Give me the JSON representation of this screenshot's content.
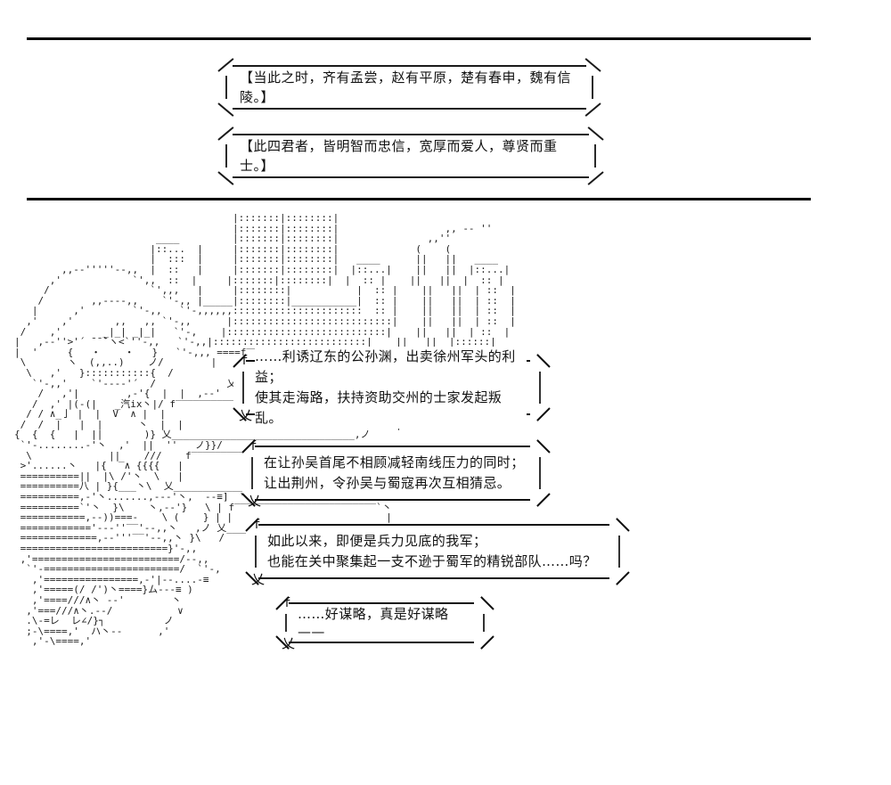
{
  "page": {
    "background_color": "#ffffff",
    "text_color": "#111111",
    "rule_color": "#000000"
  },
  "dividers": [
    {
      "name": "top-divider"
    },
    {
      "name": "bottom-divider"
    }
  ],
  "narration": [
    {
      "id": "quote-1",
      "text": "【当此之时，齐有孟尝，赵有平原，楚有春申，魏有信陵。】"
    },
    {
      "id": "quote-2",
      "text": "【此四君者，皆明智而忠信，宽厚而爱人，尊贤而重士。】"
    }
  ],
  "dialogue": [
    {
      "id": "dlg-1",
      "marker_open": "f",
      "marker_close": "乂",
      "text": "……利诱辽东的公孙渊，出卖徐州军头的利益；\n使其走海路，扶持资助交州的士家发起叛乱。"
    },
    {
      "id": "dlg-2",
      "marker_open": "f",
      "marker_close": "乂",
      "text": "在让孙吴首尾不相顾减轻南线压力的同时；\n让出荆州，令孙吴与蜀寇再次互相猜忌。"
    },
    {
      "id": "dlg-3",
      "marker_open": "f",
      "marker_close": "乂",
      "text": "如此以来，即便是兵力见底的我军；\n也能在关中聚集起一支不逊于蜀军的精锐部队……吗？"
    },
    {
      "id": "dlg-4",
      "marker_open": "f",
      "marker_close": "乂",
      "text": "……好谋略，真是好谋略——"
    }
  ],
  "ascii_art": {
    "name": "character-and-city-aa",
    "lines": [
      "                                     |:::::::|::::::::|",
      "                                     |:::::::|::::::::|                  ,, -‐ ''",
      "                        ____         |:::::::|::::::::|               ,,''",
      "                       |::...  |     |:::::::|::::::::|             (    (",
      "                       |  :::  |     |:::::::|::::::::|   ____      ||   ||   ____",
      "        ,,-‐'''''‐-,,  |  ::   |     |:::::::|::::::::|  |::...|    ||   ||  |::...|",
      "      ,'            `',,  ::  |     |:::::::|::::::::|  |  :: |    ||   ||  |  :: |",
      "     /                 `',,,   |     |::::::::|           |  :: |    ||   ||  | ::  |",
      "    /        ,,-‐‐-,,    `'-,, |_____|::::::::|___________|  :: |    ||   ||  | ::  |",
      "   |      ,'        `'-,,   `'-,,,,,,::::::::::::::::::::::  :: |    ||   ||  | ::  |",
      "  ,'    ,'       ,,   ,, `'-,,      |:::::::::::::::::::::::::::|    ||   ||  | ::  |",
      " /    ,'       _|_| _|_|   `'-,    |:::::::::::::::::::::::::::|    ||   ||  | ::  |",
      "|   ,-‐''>'´ ̄ ̄ ̄`ヽ<`''-,,   `'-,,|::::::::::::::::::::::::::|    ||   ||  |::::::|",
      "|  '     {   ・    ・   }   `'-,,, ====f‾‾‾‾‾‾‾‾‾‾‾‾‾‾‾‾‾‾‾‾‾‾‾‾‾‾‾‾‾‾‾‾`丶",
      " \\       ヽ  (,,..)    ノ/        |                                        |",
      "  \\   ,'   }:::::::::::{  /          |                                        |",
      "   `'-,,'    `'‐--‐'´  /            乂________________________________,ノ",
      "    /   ,'|        ,-'{  |  |  ,-‐'  ||                  || ||",
      "   /  ,' |(-(|   _汽ix丶|/ f‾‾‾‾‾‾‾‾‾‾‾‾‾‾‾‾‾‾‾‾‾‾‾‾‾‾‾‾‾‾‾‾‾‾`丶",
      "  / / ∧_亅 |  |  V  ∧ |  |                                    |",
      " /  /  |   |  |      丶  |  |                                    |",
      "{  {  {   |  ||       )} 乂_______________________________,ノ",
      " `'‐........‐'丶  ,'  ||  ''   ノ}}/",
      "  \\             ||    ///    f‾‾‾‾‾‾‾‾‾‾‾‾‾‾‾‾‾‾‾‾‾‾‾‾‾‾‾‾‾‾‾‾‾‾‾‾‾‾‾‾`丶",
      " >'......丶   |{  ‾∧ {{{{   |                                              |",
      " ==========||  |\\ /'丶  \\   |                                              |",
      " ==========八 | }{___丶\\  乂_________________________________________,ノ",
      " ==========,-'丶.......,--‐'丶,  -‐≡]  \\ |",
      " ==========`'丶  }\\    丶,-‐'}   \\ | f‾‾‾‾‾‾‾‾‾‾‾‾‾‾‾‾‾‾‾‾‾‾‾‾`丶",
      " ===========,--))===-    \\ (    } | |                          |",
      " ============'--‐''‾‾'--,,丶   ,ノ 乂_____________________,ノ",
      " =============,-‐'''‾‾'‐-,,丶 }\\   /",
      " =========================}'-,,",
      " ,'=========================/‐-,,",
      "  `'-=======================/  `'-,",
      "   ,'================,-'|-‐....‐≡",
      "   ,'=====(/ /')丶====}ム--‐≡ )",
      "   ,'====///∧丶 -‐'        丶",
      "  ,'===///∧丶.-‐/           ∨",
      "  .\\-=レ  レ∠/}┐          ノ",
      "  ;-\\====,'  ハ丶--      ,'",
      "   ,'-\\====,'"
    ]
  }
}
